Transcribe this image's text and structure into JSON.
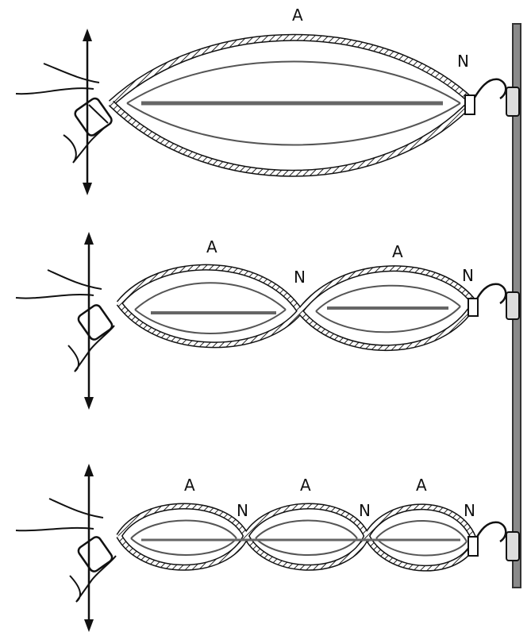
{
  "diagram": {
    "panels": [
      {
        "antinode_labels": [
          "A"
        ],
        "node_labels": [
          "N"
        ]
      },
      {
        "antinode_labels": [
          "A",
          "A"
        ],
        "node_labels": [
          "N",
          "N"
        ]
      },
      {
        "antinode_labels": [
          "A",
          "A",
          "A"
        ],
        "node_labels": [
          "N",
          "N",
          "N"
        ]
      }
    ],
    "colors": {
      "rope": "#1a1a1a",
      "rope_fill": "#ffffff",
      "inner_line": "#555555",
      "wall": "#6e6e6e"
    },
    "icons": [
      "hand-icon",
      "up-down-arrow-icon",
      "wall-clamp-icon"
    ]
  }
}
